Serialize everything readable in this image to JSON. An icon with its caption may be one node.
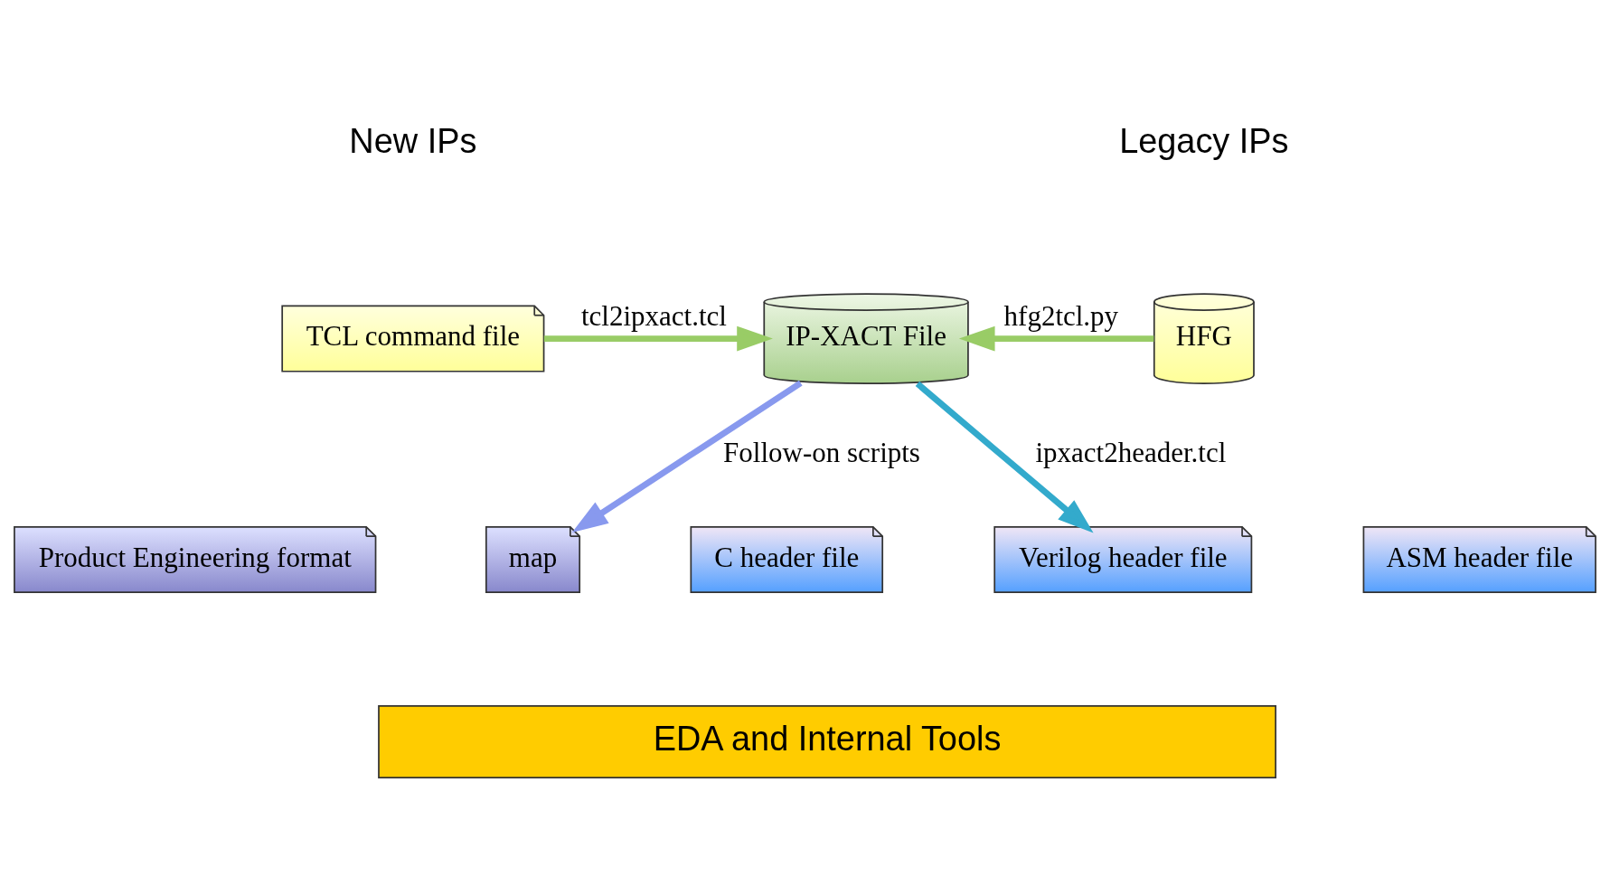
{
  "diagram": {
    "nodes": [
      {
        "text": [
          "TCL command file"
        ]
      },
      {
        "text": [
          "IP-XACT File"
        ]
      },
      {
        "text": [
          "HFG"
        ]
      },
      {
        "text": [
          "Product Engineering format"
        ]
      },
      {
        "text": [
          "map"
        ]
      },
      {
        "text": [
          "C header file"
        ]
      },
      {
        "text": [
          "Verilog header file"
        ]
      },
      {
        "text": [
          "ASM header file"
        ]
      },
      {
        "text": [
          "EDA and Internal Tools"
        ]
      }
    ],
    "edges": [
      {
        "from": 0,
        "to": 1,
        "arrow": "to",
        "label": "tcl2ipxact.tcl"
      },
      {
        "from": 2,
        "to": 1,
        "arrow": "to",
        "label": "hfg2tcl.py"
      },
      {
        "from": 1,
        "to": 4,
        "arrow": "to",
        "label": "Follow-on scripts",
        "color": "#8899ee"
      },
      {
        "from": 1,
        "to": 6,
        "arrow": "to",
        "label": "ipxact2header.tcl",
        "color": "#33aacc"
      }
    ],
    "labels": [
      "New IPs",
      "Legacy IPs"
    ]
  }
}
